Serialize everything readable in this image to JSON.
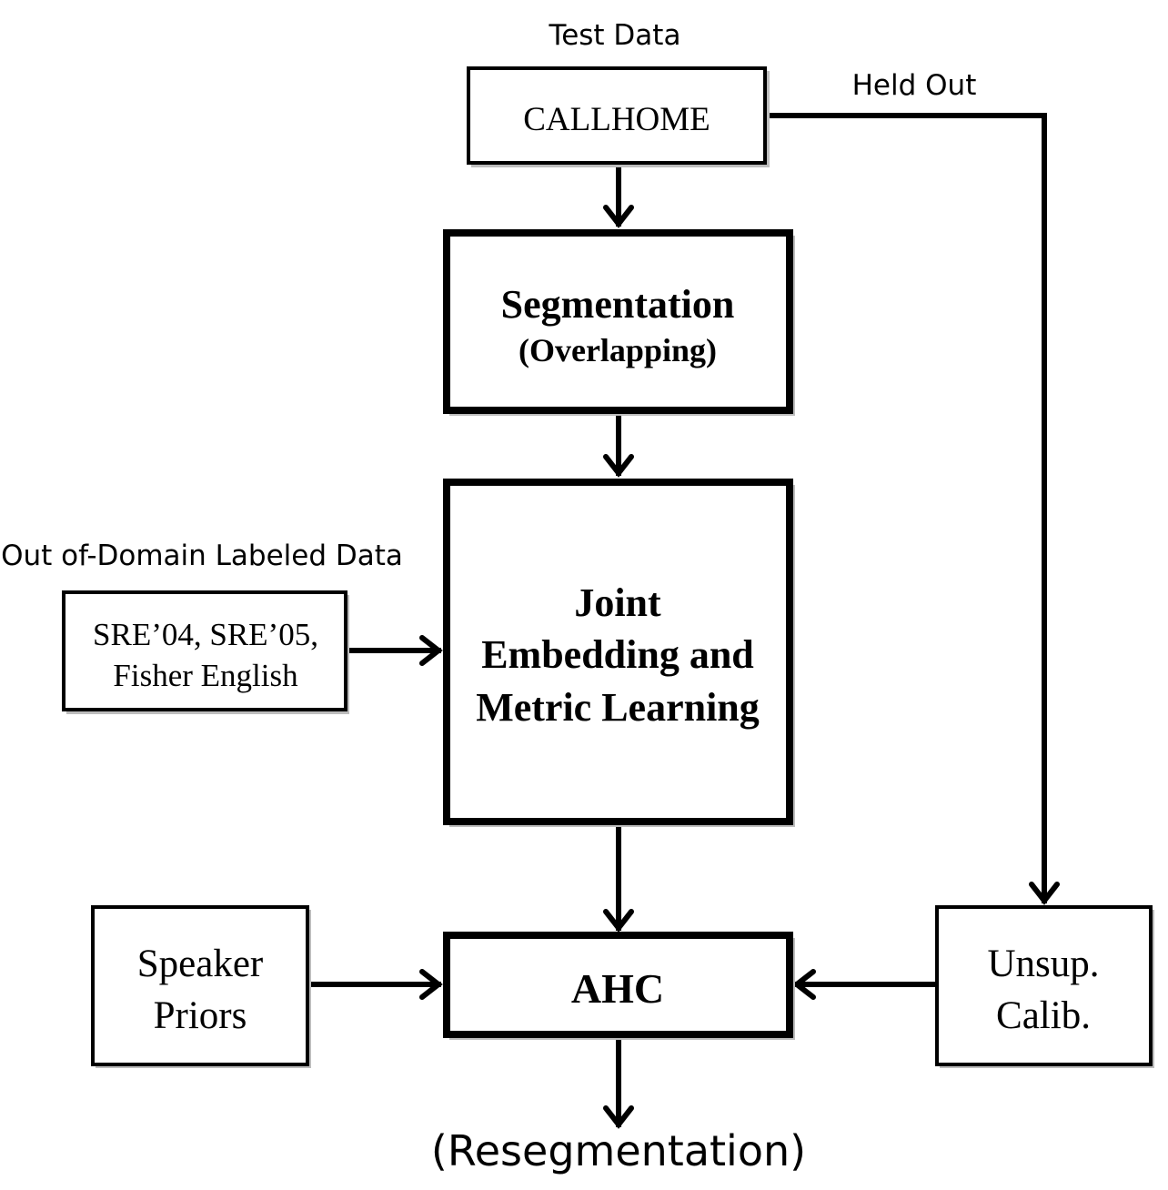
{
  "labels": {
    "test_data": "Test Data",
    "held_out": "Held Out",
    "out_of_domain": "Out of-Domain Labeled Data",
    "resegmentation": "(Resegmentation)"
  },
  "boxes": {
    "callhome": "CALLHOME",
    "segmentation": {
      "title": "Segmentation",
      "subtitle": "(Overlapping)"
    },
    "joint": {
      "line1": "Joint",
      "line2": "Embedding and",
      "line3": "Metric Learning"
    },
    "sre": {
      "line1": "SRE’04, SRE’05,",
      "line2": "Fisher English"
    },
    "speaker_priors": {
      "line1": "Speaker",
      "line2": "Priors"
    },
    "ahc": "AHC",
    "unsup_calib": {
      "line1": "Unsup.",
      "line2": "Calib."
    }
  }
}
